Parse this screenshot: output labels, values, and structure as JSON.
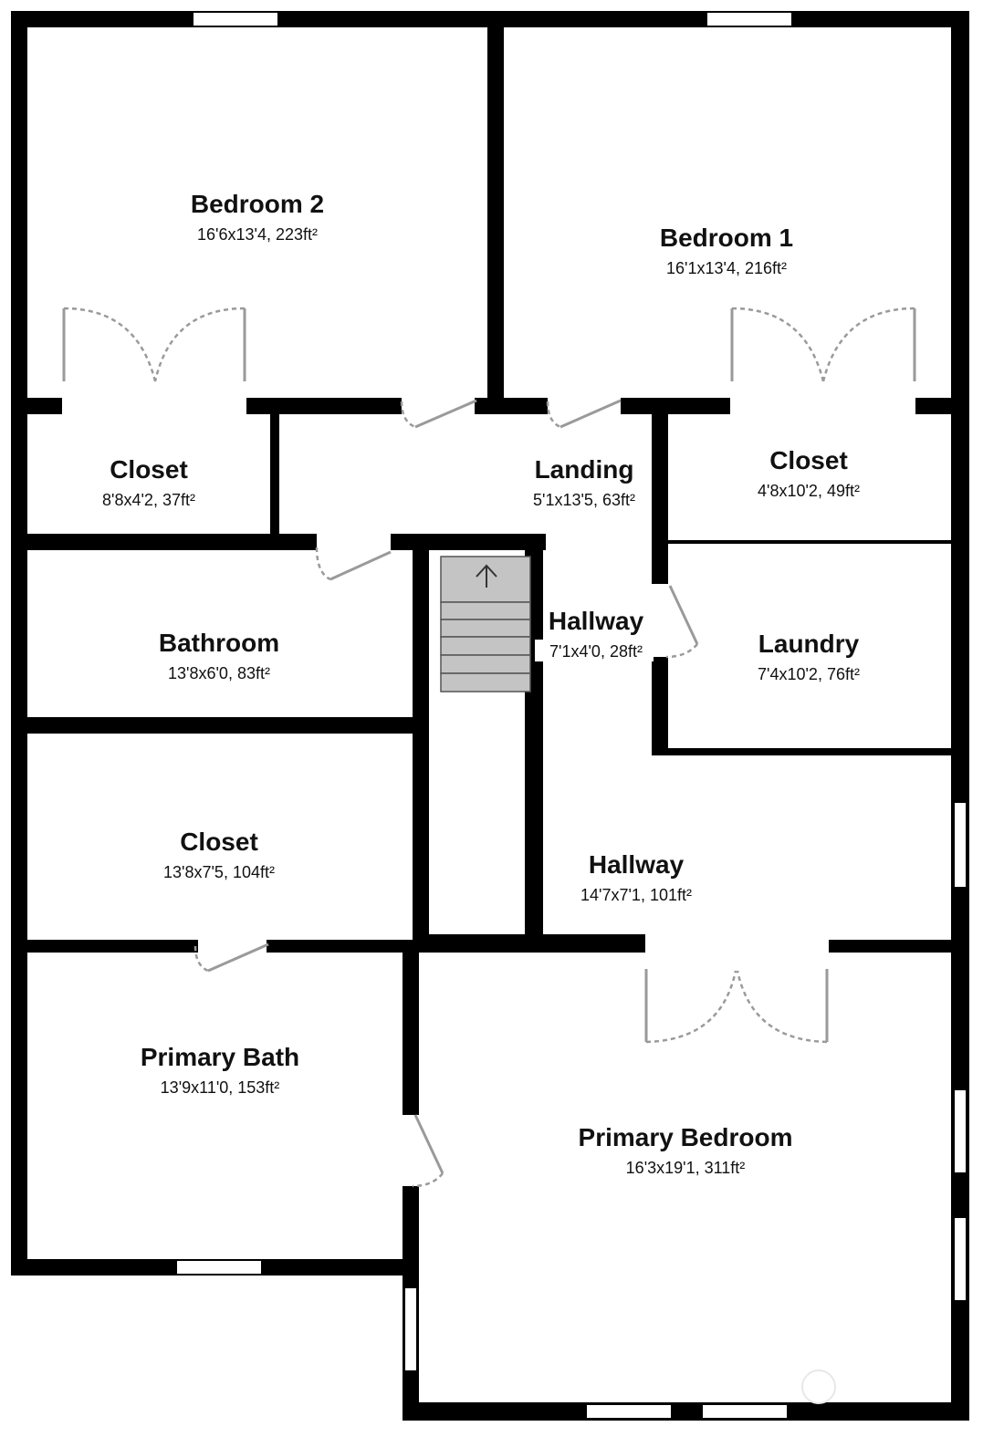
{
  "rooms": [
    {
      "id": "bedroom-2",
      "name": "Bedroom 2",
      "dims": "16'6x13'4, 223ft²"
    },
    {
      "id": "bedroom-1",
      "name": "Bedroom 1",
      "dims": "16'1x13'4, 216ft²"
    },
    {
      "id": "closet-left",
      "name": "Closet",
      "dims": "8'8x4'2, 37ft²"
    },
    {
      "id": "landing",
      "name": "Landing",
      "dims": "5'1x13'5, 63ft²"
    },
    {
      "id": "closet-right",
      "name": "Closet",
      "dims": "4'8x10'2, 49ft²"
    },
    {
      "id": "bathroom",
      "name": "Bathroom",
      "dims": "13'8x6'0, 83ft²"
    },
    {
      "id": "hallway-small",
      "name": "Hallway",
      "dims": "7'1x4'0, 28ft²"
    },
    {
      "id": "laundry",
      "name": "Laundry",
      "dims": "7'4x10'2, 76ft²"
    },
    {
      "id": "closet-middle",
      "name": "Closet",
      "dims": "13'8x7'5, 104ft²"
    },
    {
      "id": "hallway-large",
      "name": "Hallway",
      "dims": "14'7x7'1, 101ft²"
    },
    {
      "id": "primary-bath",
      "name": "Primary Bath",
      "dims": "13'9x11'0, 153ft²"
    },
    {
      "id": "primary-bedroom",
      "name": "Primary Bedroom",
      "dims": "16'3x19'1, 311ft²"
    }
  ],
  "colors": {
    "wall": "#000000",
    "door": "#9a9a9a",
    "stair": "#c4c4c4"
  }
}
